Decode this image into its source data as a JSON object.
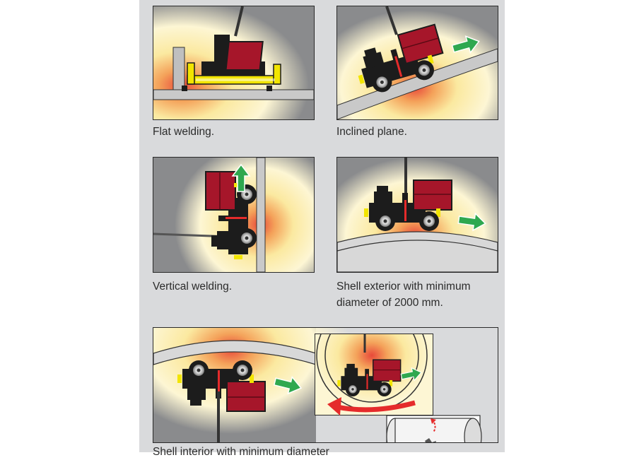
{
  "captions": {
    "flat": "Flat welding.",
    "inclined": "Inclined plane.",
    "vertical": "Vertical welding.",
    "shell_exterior_line1": "Shell exterior with minimum",
    "shell_exterior_line2": "diameter of 2000 mm.",
    "shell_interior": "Shell interior with minimum diameter"
  },
  "colors": {
    "panel_background": "#d9dadc",
    "tile_background": "#8a8b8d",
    "glow_center": "#e8493a",
    "glow_outer": "#fffbe0",
    "tractor_body": "#1c1c1c",
    "tractor_case": "#a6162a",
    "track_yellow": "#f2e500",
    "arrow_green": "#2fa84f",
    "arrow_red": "#e52b2b"
  },
  "icons": {
    "direction_arrow": "green-arrow-icon",
    "rotation_arrow": "red-curved-arrow-icon",
    "pipe": "pipe-icon"
  }
}
